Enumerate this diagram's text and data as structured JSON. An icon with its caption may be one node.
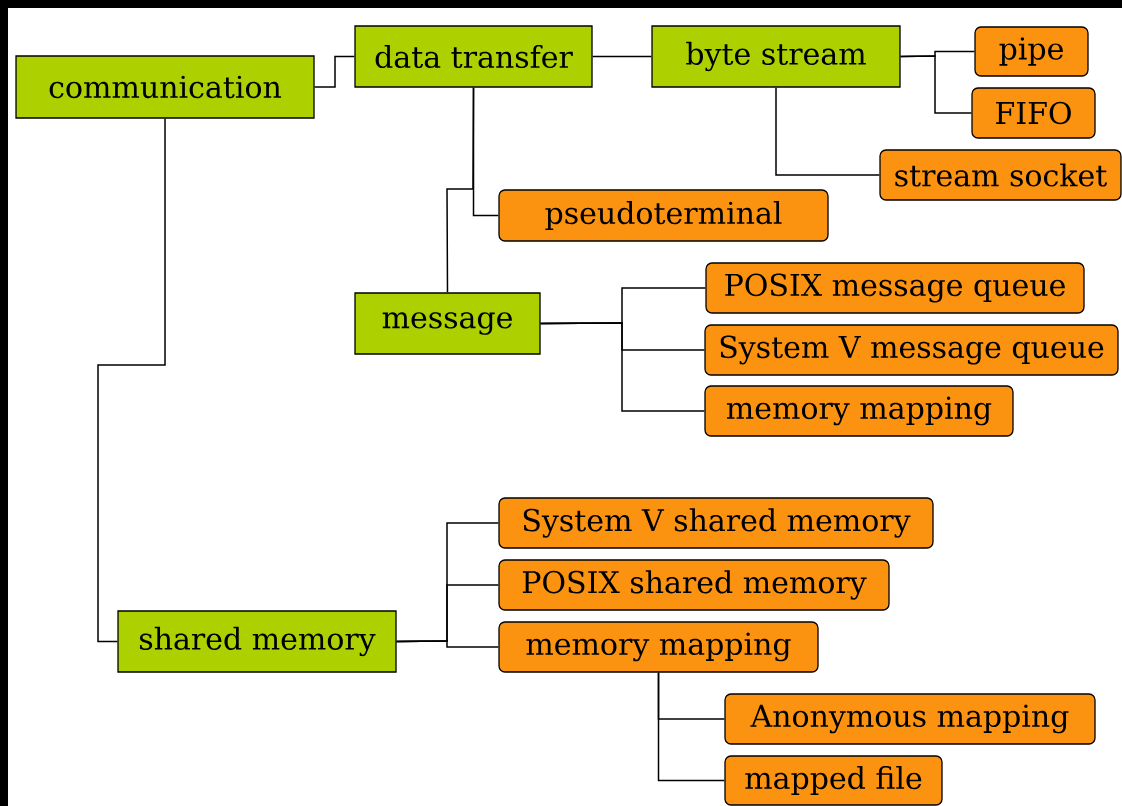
{
  "diagram": {
    "nodes": [
      {
        "text": [
          "communication"
        ]
      },
      {
        "text": [
          "data transfer"
        ]
      },
      {
        "text": [
          "byte stream"
        ]
      },
      {
        "text": [
          "pipe"
        ]
      },
      {
        "text": [
          "FIFO"
        ]
      },
      {
        "text": [
          "stream socket"
        ]
      },
      {
        "text": [
          "pseudoterminal"
        ]
      },
      {
        "text": [
          "message"
        ]
      },
      {
        "text": [
          "POSIX message queue"
        ]
      },
      {
        "text": [
          "System V message queue"
        ]
      },
      {
        "text": [
          "memory mapping"
        ]
      },
      {
        "text": [
          "System V shared memory"
        ]
      },
      {
        "text": [
          "POSIX shared memory"
        ]
      },
      {
        "text": [
          "memory mapping"
        ]
      },
      {
        "text": [
          "Anonymous mapping"
        ]
      },
      {
        "text": [
          "mapped file"
        ]
      },
      {
        "text": [
          "shared memory"
        ]
      }
    ],
    "edges": [
      {
        "from": 0,
        "to": 1,
        "arrow": "none"
      },
      {
        "from": 0,
        "to": 16,
        "arrow": "none"
      },
      {
        "from": 1,
        "to": 2,
        "arrow": "none"
      },
      {
        "from": 2,
        "to": 3,
        "arrow": "none"
      },
      {
        "from": 2,
        "to": 4,
        "arrow": "none"
      },
      {
        "from": 2,
        "to": 5,
        "arrow": "none"
      },
      {
        "from": 1,
        "to": 6,
        "arrow": "none"
      },
      {
        "from": 1,
        "to": 7,
        "arrow": "none"
      },
      {
        "from": 7,
        "to": 8,
        "arrow": "none"
      },
      {
        "from": 7,
        "to": 9,
        "arrow": "none"
      },
      {
        "from": 7,
        "to": 10,
        "arrow": "none"
      },
      {
        "from": 16,
        "to": 11,
        "arrow": "none"
      },
      {
        "from": 16,
        "to": 12,
        "arrow": "none"
      },
      {
        "from": 16,
        "to": 13,
        "arrow": "none"
      },
      {
        "from": 13,
        "to": 14,
        "arrow": "none"
      },
      {
        "from": 13,
        "to": 15,
        "arrow": "none"
      }
    ]
  }
}
